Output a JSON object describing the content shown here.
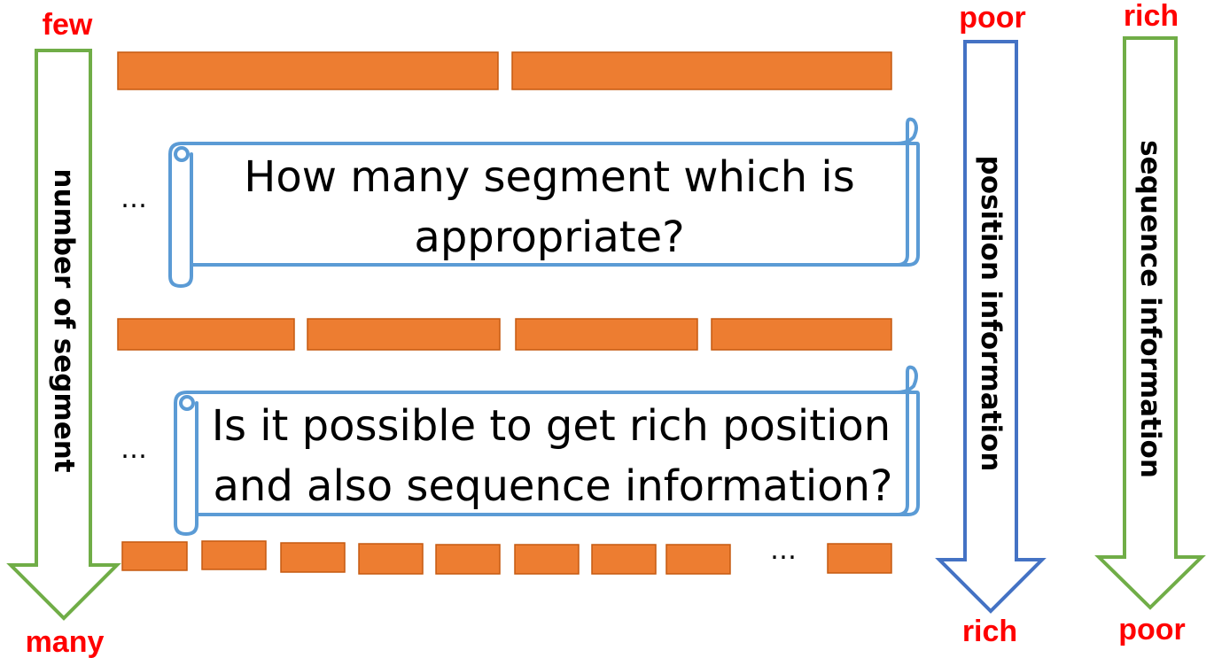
{
  "left_axis": {
    "top_label": "few",
    "bottom_label": "many",
    "caption": "number of segment",
    "color": "#70ad47"
  },
  "position_axis": {
    "top_label": "poor",
    "bottom_label": "rich",
    "caption": "position information",
    "color": "#4472c4"
  },
  "sequence_axis": {
    "top_label": "rich",
    "bottom_label": "poor",
    "caption": "sequence information",
    "color": "#70ad47"
  },
  "label_color": "#ff0000",
  "segment_color": "#ed7d31",
  "scroll_color": "#5b9bd5",
  "ellipsis": "…",
  "questions": [
    {
      "lines": [
        "How many segment which is",
        "appropriate?"
      ]
    },
    {
      "lines": [
        "Is it possible to get rich position",
        "and also sequence information?"
      ]
    }
  ],
  "segment_rows": [
    {
      "count": 2
    },
    {
      "count": 4
    },
    {
      "count": 9,
      "has_ellipsis": true
    }
  ]
}
